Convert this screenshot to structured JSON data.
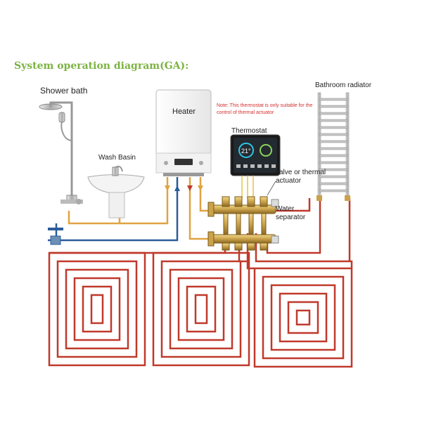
{
  "title": "System operation diagram(GA):",
  "labels": {
    "shower": "Shower bath",
    "heater": "Heater",
    "wash_basin": "Wash Basin",
    "thermostat": "Thermostat",
    "valve": "valve or thermal actuator",
    "water_separator": "Water separator",
    "bathroom_radiator": "Bathroom radiator"
  },
  "note": "Note: This thermostat is only suitable for the control of thermal actuator",
  "thermostat_display": {
    "temperature": "21°"
  },
  "colors": {
    "title": "#7cb342",
    "hot_pipe": "#e0a341",
    "cold_pipe": "#2b5c9a",
    "floor_pipe": "#c0392b",
    "note": "#d32f2f"
  }
}
